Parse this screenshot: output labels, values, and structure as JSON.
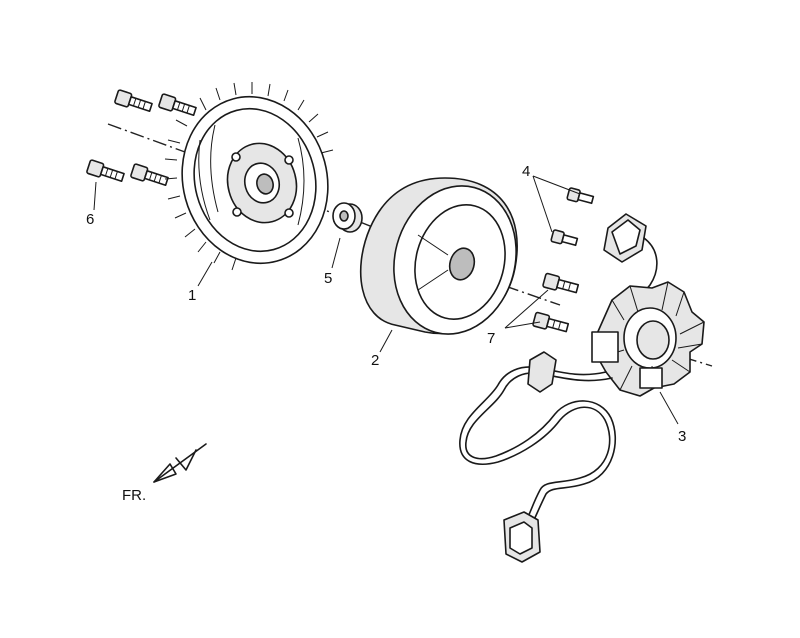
{
  "diagram": {
    "callouts": [
      {
        "id": "1",
        "text": "1"
      },
      {
        "id": "2",
        "text": "2"
      },
      {
        "id": "3",
        "text": "3"
      },
      {
        "id": "4",
        "text": "4"
      },
      {
        "id": "5",
        "text": "5"
      },
      {
        "id": "6",
        "text": "6"
      },
      {
        "id": "7",
        "text": "7"
      }
    ],
    "direction_label": "FR."
  }
}
